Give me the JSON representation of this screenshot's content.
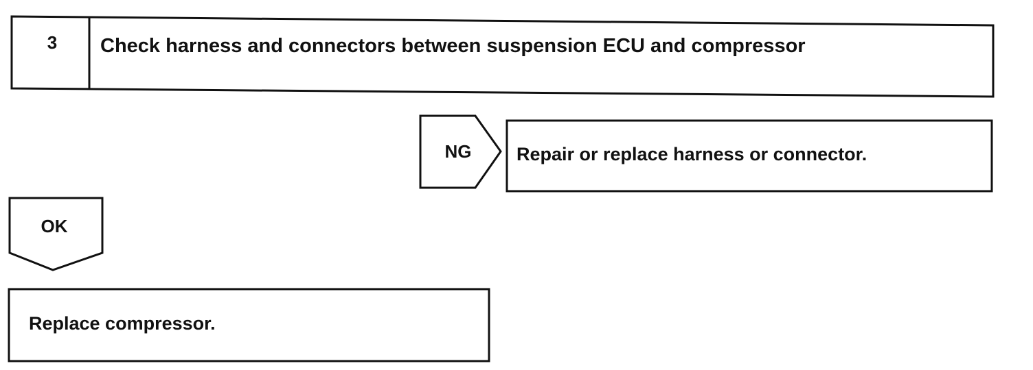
{
  "step": {
    "number": "3",
    "title": "Check harness and connectors between suspension ECU and compressor"
  },
  "ng_branch": {
    "label": "NG",
    "action": "Repair or replace harness or connector."
  },
  "ok_branch": {
    "label": "OK",
    "action": "Replace compressor."
  }
}
